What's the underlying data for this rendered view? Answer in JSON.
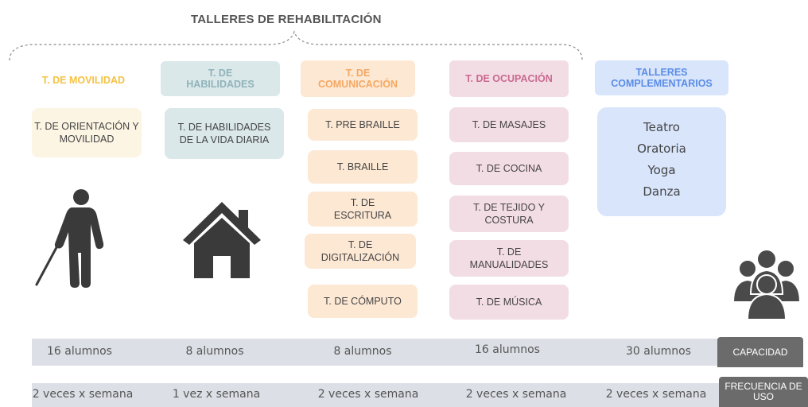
{
  "title": "TALLERES DE REHABILITACIÓN",
  "columns": [
    {
      "header": "T. DE MOVILIDAD",
      "header_color": "#f5c242",
      "items": [
        "T. DE ORIENTACIÓN Y MOVILIDAD"
      ],
      "capacity": "16 alumnos",
      "frequency": "2 veces x semana",
      "icon": "blind-person-with-cane-icon"
    },
    {
      "header": "T. DE HABILIDADES",
      "header_color": "#8fb3ba",
      "items": [
        "T. DE HABILIDADES DE LA VIDA DIARIA"
      ],
      "capacity": "8 alumnos",
      "frequency": "1 vez x semana",
      "icon": "house-icon"
    },
    {
      "header": "T. DE COMUNICACIÓN",
      "header_color": "#f5a862",
      "items": [
        "T. PRE BRAILLE",
        "T. BRAILLE",
        "T. DE ESCRITURA",
        "T. DE DIGITALIZACIÓN",
        "T. DE CÓMPUTO"
      ],
      "capacity": "8 alumnos",
      "frequency": "2 veces x semana"
    },
    {
      "header": "T. DE OCUPACIÓN",
      "header_color": "#c96a8f",
      "items": [
        "T. DE MASAJES",
        "T. DE COCINA",
        "T. DE TEJIDO Y COSTURA",
        "T. DE MANUALIDADES",
        "T. DE MÚSICA"
      ],
      "capacity": "16 alumnos",
      "frequency": "2 veces x semana"
    },
    {
      "header": "TALLERES COMPLEMENTARIOS",
      "header_color": "#5b8de6",
      "items": [
        "Teatro",
        "Oratoria",
        "Yoga",
        "Danza"
      ],
      "capacity": "30 alumnos",
      "frequency": "2 veces x semana"
    }
  ],
  "row_labels": {
    "capacity": "CAPACIDAD",
    "frequency": "FRECUENCIA DE USO"
  },
  "group_icon": "group-of-people-icon"
}
